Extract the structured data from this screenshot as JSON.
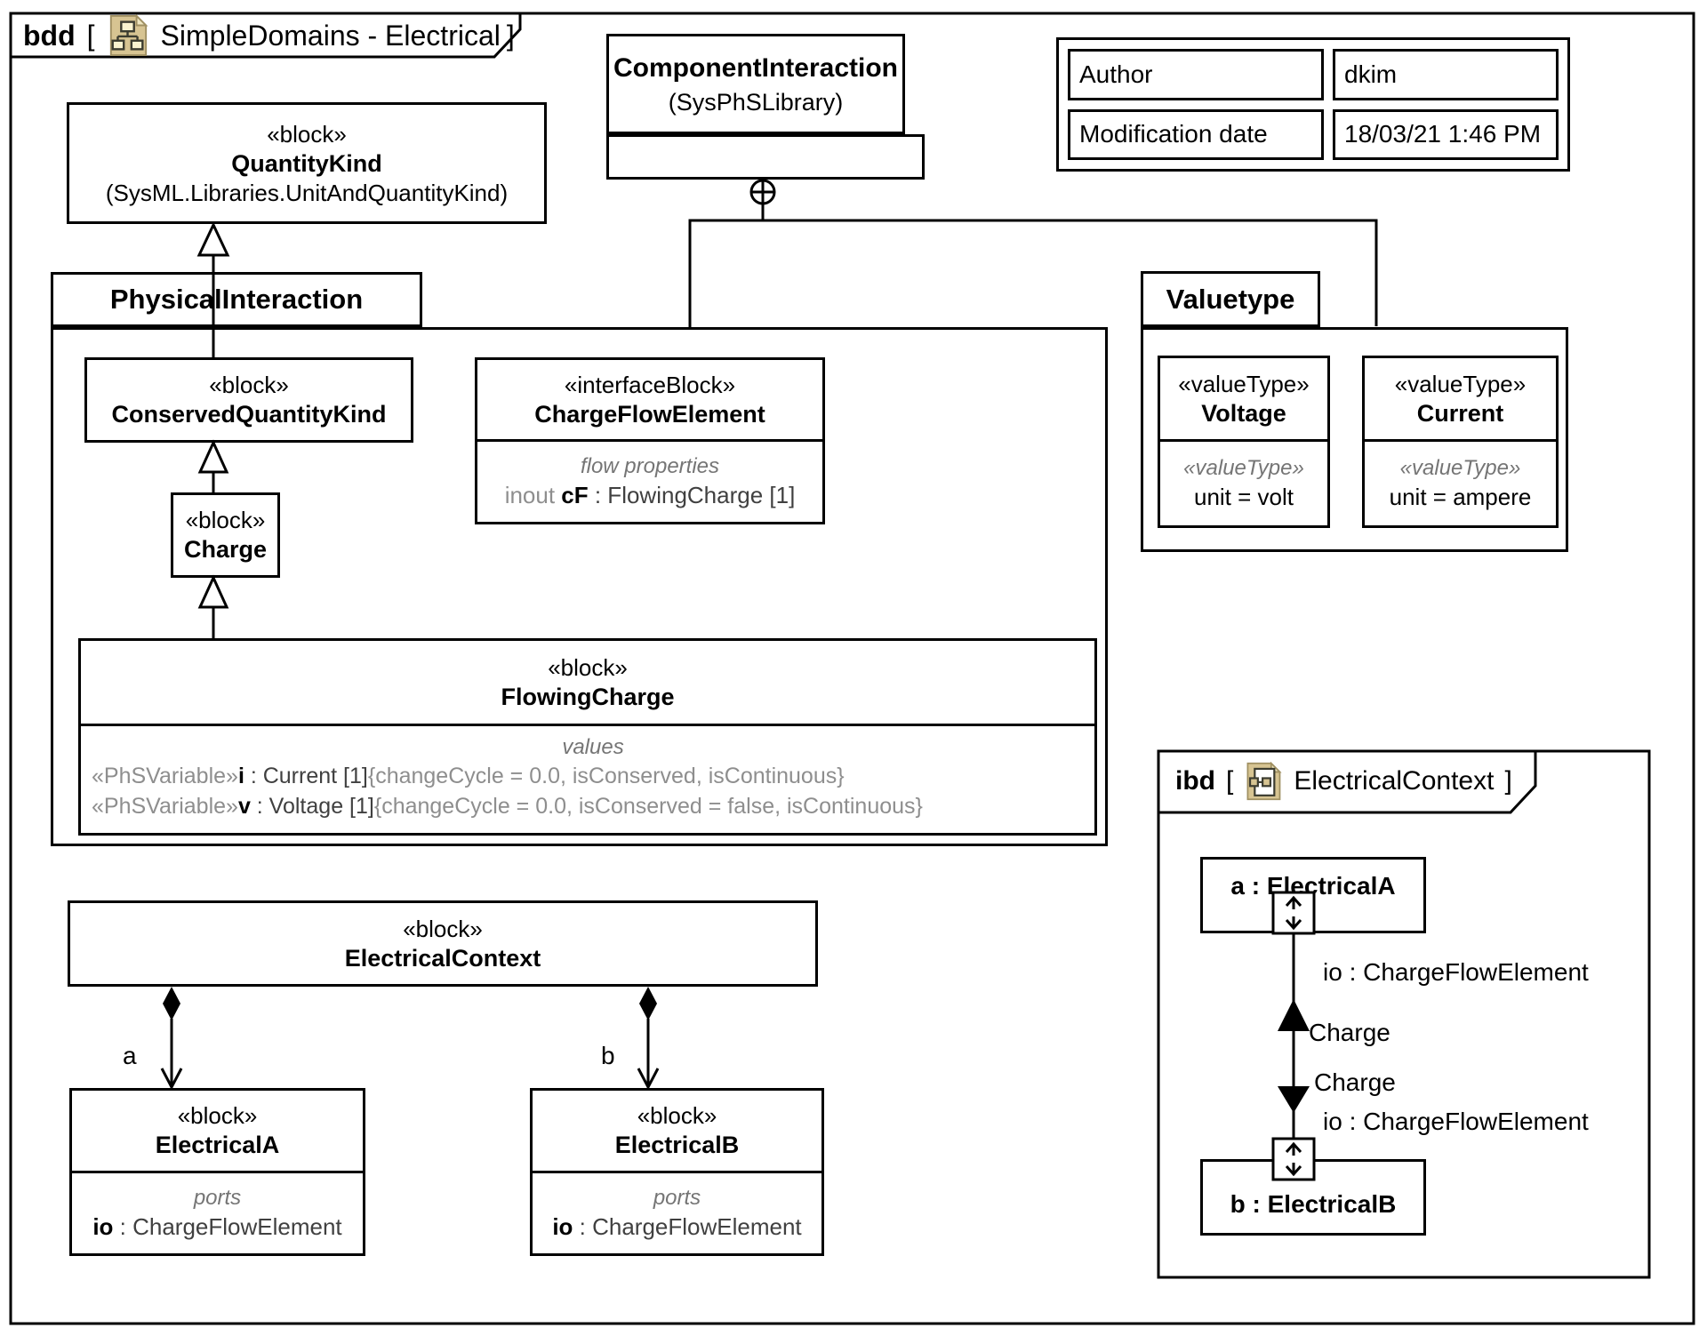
{
  "diagram": {
    "frame": {
      "keyword": "bdd",
      "open": "[",
      "title": "SimpleDomains - Electrical",
      "close": "]"
    },
    "info_table": {
      "rows": [
        {
          "label": "Author",
          "value": "dkim"
        },
        {
          "label": "Modification date",
          "value": "18/03/21 1:46 PM"
        }
      ]
    },
    "component_interaction": {
      "name": "ComponentInteraction",
      "library": "(SysPhSLibrary)"
    },
    "quantity_kind": {
      "stereotype": "«block»",
      "name": "QuantityKind",
      "library": "(SysML.Libraries.UnitAndQuantityKind)"
    },
    "physical_interaction": {
      "name": "PhysicalInteraction"
    },
    "conserved_quantity_kind": {
      "stereotype": "«block»",
      "name": "ConservedQuantityKind"
    },
    "charge": {
      "stereotype": "«block»",
      "name": "Charge"
    },
    "charge_flow_element": {
      "stereotype": "«interfaceBlock»",
      "name": "ChargeFlowElement",
      "compartment": "flow properties",
      "prop_prefix": "inout ",
      "prop_name": "cF",
      "prop_type": " : FlowingCharge [1]"
    },
    "flowing_charge": {
      "stereotype": "«block»",
      "name": "FlowingCharge",
      "compartment": "values",
      "values": [
        {
          "stereotype": "«PhSVariable»",
          "name": "i",
          "type": " : Current [1]",
          "constraint": "{changeCycle = 0.0, isConserved, isContinuous}"
        },
        {
          "stereotype": "«PhSVariable»",
          "name": "v",
          "type": " : Voltage [1]",
          "constraint": "{changeCycle = 0.0, isConserved = false, isContinuous}"
        }
      ]
    },
    "valuetype_pkg": {
      "name": "Valuetype"
    },
    "voltage": {
      "stereotype": "«valueType»",
      "name": "Voltage",
      "sub_stereotype": "«valueType»",
      "unit": "unit = volt"
    },
    "current": {
      "stereotype": "«valueType»",
      "name": "Current",
      "sub_stereotype": "«valueType»",
      "unit": "unit = ampere"
    },
    "electrical_context": {
      "stereotype": "«block»",
      "name": "ElectricalContext"
    },
    "electrical_a": {
      "stereotype": "«block»",
      "name": "ElectricalA",
      "compartment": "ports",
      "port_name": "io",
      "port_type": " : ChargeFlowElement"
    },
    "electrical_b": {
      "stereotype": "«block»",
      "name": "ElectricalB",
      "compartment": "ports",
      "port_name": "io",
      "port_type": " : ChargeFlowElement"
    },
    "assoc": {
      "a_label": "a",
      "b_label": "b"
    },
    "ibd": {
      "keyword": "ibd",
      "open": "[",
      "title": "ElectricalContext",
      "close": "]",
      "part_a": "a : ElectricalA",
      "part_b": "b : ElectricalB",
      "port_a_label": "io : ChargeFlowElement",
      "port_b_label": "io : ChargeFlowElement",
      "flow_to_a_label": "Charge",
      "flow_to_b_label": "Charge"
    },
    "colors": {
      "line": "#000000",
      "icon_page": "#d7c492",
      "icon_page_border": "#a09062",
      "icon_box_fill": "#faf3cf"
    }
  }
}
